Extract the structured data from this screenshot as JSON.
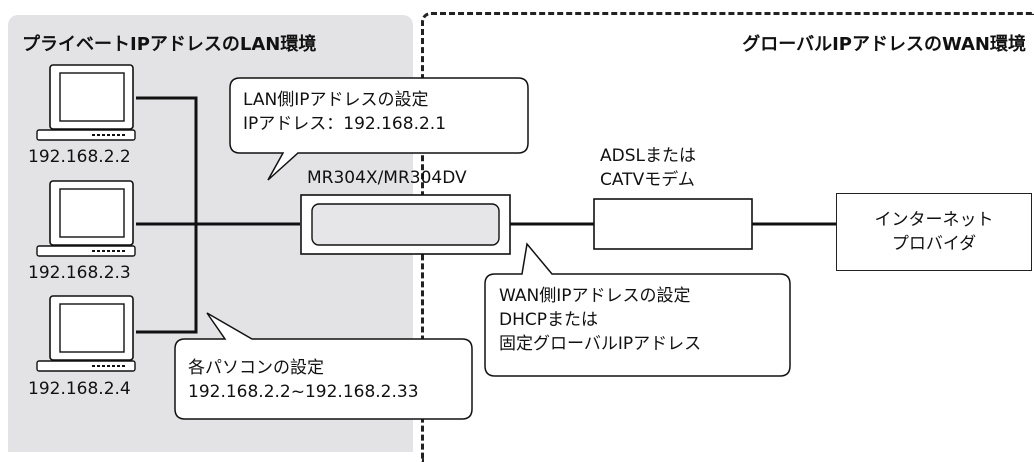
{
  "lan_zone": {
    "title": "プライベートIPアドレスのLAN環境"
  },
  "wan_zone": {
    "title": "グローバルIPアドレスのWAN環境"
  },
  "computers": [
    {
      "ip": "192.168.2.2"
    },
    {
      "ip": "192.168.2.3"
    },
    {
      "ip": "192.168.2.4"
    }
  ],
  "router": {
    "name": "MR304X/MR304DV"
  },
  "modem": {
    "line1": "ADSLまたは",
    "line2": "CATVモデム"
  },
  "isp": {
    "line1": "インターネット",
    "line2": "プロバイダ"
  },
  "callouts": {
    "lan_side": {
      "line1": "LAN側IPアドレスの設定",
      "line2": "IPアドレス：192.168.2.1"
    },
    "wan_side": {
      "line1": "WAN側IPアドレスの設定",
      "line2": "DHCPまたは",
      "line3": "固定グローバルIPアドレス"
    },
    "pc_settings": {
      "line1": "各パソコンの設定",
      "line2": "192.168.2.2~192.168.2.33"
    }
  }
}
